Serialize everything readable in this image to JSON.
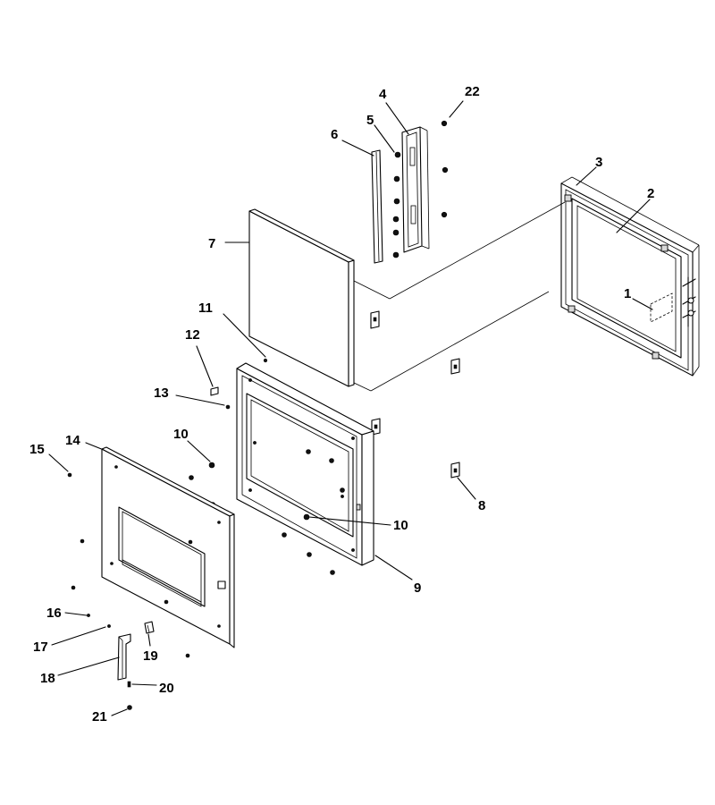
{
  "diagram": {
    "labels": [
      {
        "id": "1",
        "text": "1"
      },
      {
        "id": "2",
        "text": "2"
      },
      {
        "id": "3",
        "text": "3"
      },
      {
        "id": "4",
        "text": "4"
      },
      {
        "id": "5",
        "text": "5"
      },
      {
        "id": "6",
        "text": "6"
      },
      {
        "id": "7",
        "text": "7"
      },
      {
        "id": "8",
        "text": "8"
      },
      {
        "id": "9",
        "text": "9"
      },
      {
        "id": "10",
        "text": "10"
      },
      {
        "id": "10b",
        "text": "10"
      },
      {
        "id": "11",
        "text": "11"
      },
      {
        "id": "12",
        "text": "12"
      },
      {
        "id": "13",
        "text": "13"
      },
      {
        "id": "14",
        "text": "14"
      },
      {
        "id": "15",
        "text": "15"
      },
      {
        "id": "16",
        "text": "16"
      },
      {
        "id": "17",
        "text": "17"
      },
      {
        "id": "18",
        "text": "18"
      },
      {
        "id": "19",
        "text": "19"
      },
      {
        "id": "20",
        "text": "20"
      },
      {
        "id": "21",
        "text": "21"
      },
      {
        "id": "22",
        "text": "22"
      }
    ]
  }
}
